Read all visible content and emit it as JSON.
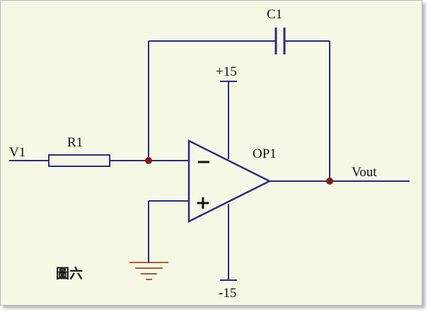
{
  "diagram": {
    "caption": "圖六",
    "colors": {
      "background": "#f5f8e4",
      "wire": "#2a2a8a",
      "component": "#2a2a8a",
      "junction": "#8b1a1a",
      "ground": "#b05a3a",
      "text": "#111111"
    },
    "labels": {
      "input": "V1",
      "resistor": "R1",
      "capacitor": "C1",
      "opamp": "OP1",
      "output": "Vout",
      "supply_pos": "+15",
      "supply_neg": "-15",
      "inverting": "−",
      "noninverting": "+"
    },
    "components": [
      {
        "type": "resistor",
        "name": "R1"
      },
      {
        "type": "capacitor",
        "name": "C1"
      },
      {
        "type": "opamp",
        "name": "OP1"
      },
      {
        "type": "ground"
      }
    ]
  }
}
